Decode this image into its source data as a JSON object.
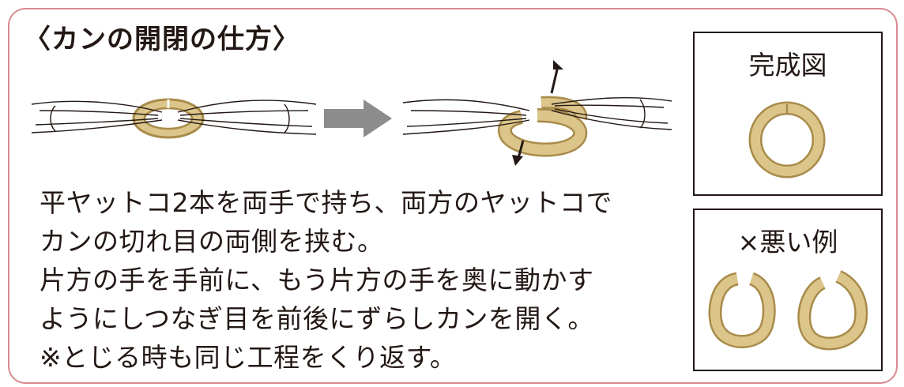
{
  "title": "〈カンの開閉の仕方〉",
  "instructions": [
    "平ヤットコ2本を両手で持ち、両方のヤットコで",
    "カンの切れ目の両側を挟む。",
    "片方の手を手前に、もう片方の手を奥に動かす",
    "ようにしつなぎ目を前後にずらしカンを開く。",
    "※とじる時も同じ工程をくり返す。"
  ],
  "complete_box": {
    "label": "完成図"
  },
  "bad_box": {
    "label": "×悪い例"
  },
  "colors": {
    "border": "#d98a8f",
    "ring_fill": "#dcc58a",
    "ring_stroke": "#a88b4a",
    "arrow": "#8c8c8c",
    "text": "#231815"
  }
}
